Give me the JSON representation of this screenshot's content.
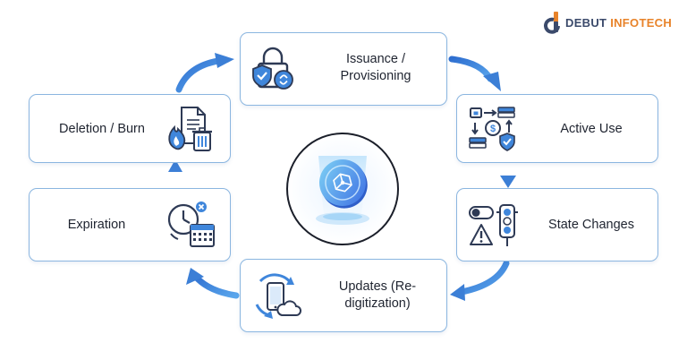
{
  "brand": {
    "name_part1": "DEBUT",
    "name_part2": "INFOTECH",
    "colors": {
      "primary": "#3b4a6b",
      "accent": "#e8832a"
    }
  },
  "center_emblem": {
    "icon": "digital-token-coin-icon"
  },
  "stages": [
    {
      "id": "issuance",
      "label": "Issuance / Provisioning",
      "icon": "lock-shield-link-icon"
    },
    {
      "id": "active-use",
      "label": "Active Use",
      "icon": "transaction-flow-shield-icon"
    },
    {
      "id": "state-changes",
      "label": "State Changes",
      "icon": "toggle-warning-traffic-light-icon"
    },
    {
      "id": "updates",
      "label": "Updates (Re-digitization)",
      "icon": "phone-sync-cloud-icon"
    },
    {
      "id": "expiration",
      "label": "Expiration",
      "icon": "clock-calendar-icon"
    },
    {
      "id": "deletion",
      "label": "Deletion / Burn",
      "icon": "burning-document-trash-icon"
    }
  ],
  "colors": {
    "card_border": "#8bb6e0",
    "arrow": "#3c7fd6",
    "icon_outline": "#2e3a55",
    "icon_blue": "#3f86db"
  }
}
